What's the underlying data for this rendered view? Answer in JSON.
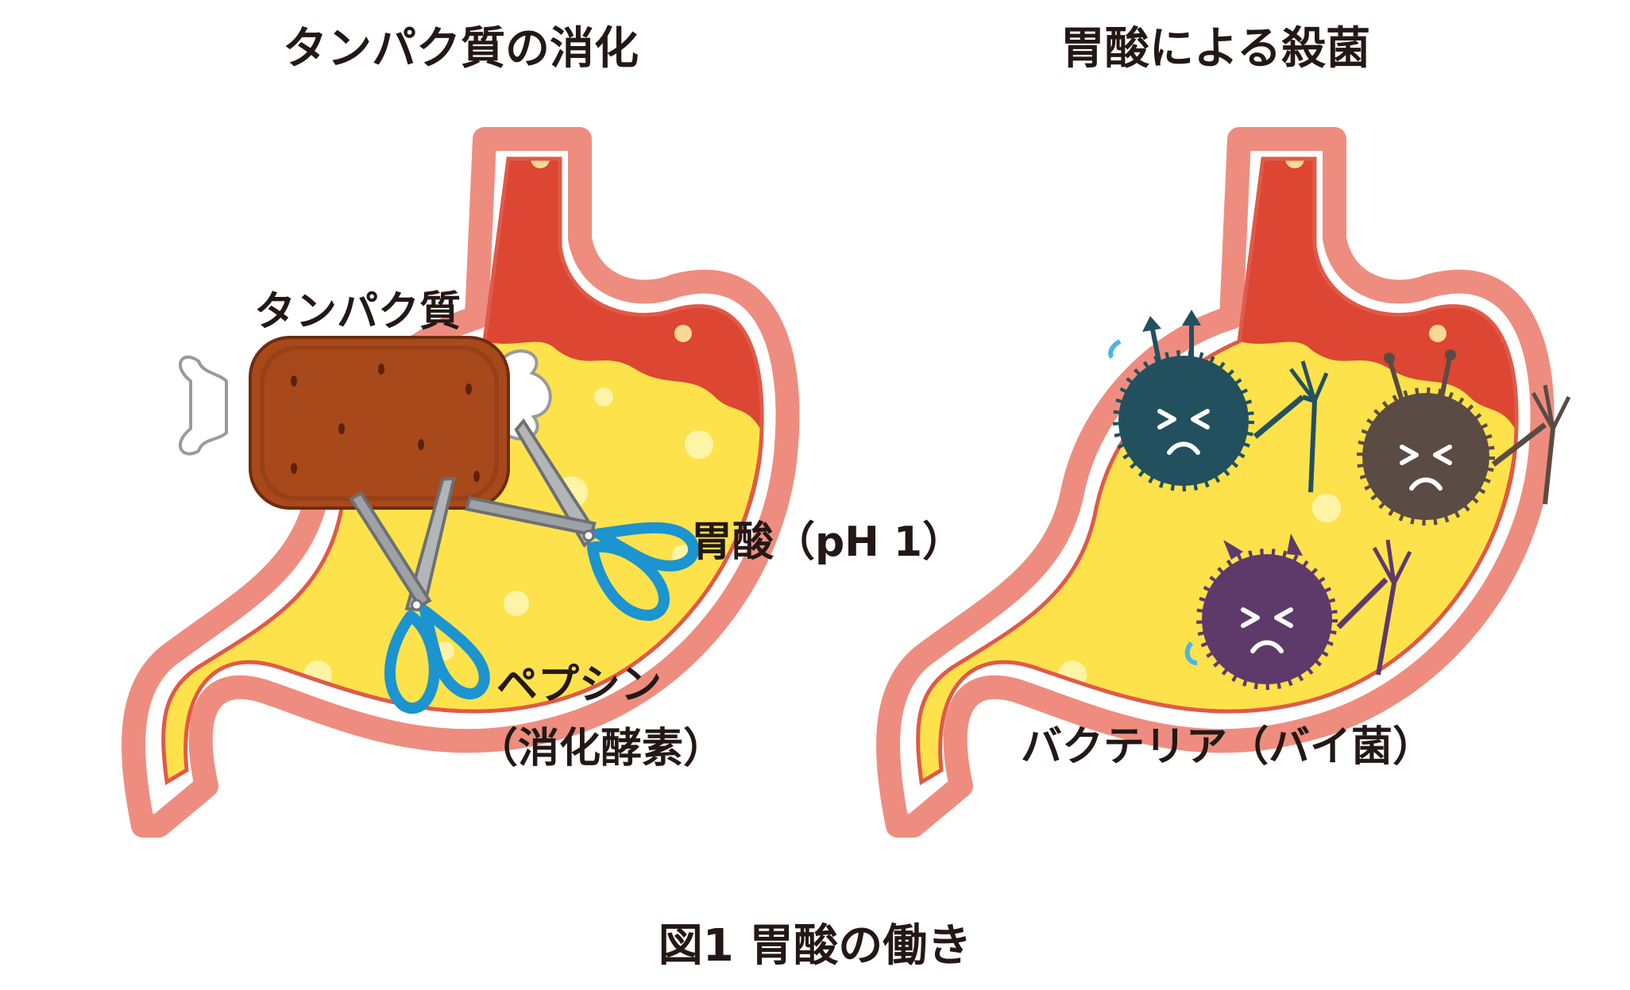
{
  "panels": [
    {
      "title": "タンパク質の消化",
      "labels": {
        "protein": "タンパク質",
        "acid": "胃酸（pH 1）",
        "enzyme_line1": "ペプシン",
        "enzyme_line2": "（消化酵素）"
      }
    },
    {
      "title": "胃酸による殺菌",
      "labels": {
        "bacteria": "バクテリア（バイ菌）"
      }
    }
  ],
  "caption": "図1 胃酸の働き",
  "colors": {
    "stomach_outline": "#ee8d7f",
    "stomach_inner_line": "#d8473a",
    "gastric_juice": "#fde24c",
    "upper_wall": "#dc4632",
    "meat": "#a7491b",
    "scissor_handle": "#1b94cf",
    "bacteria_teal": "#23505e",
    "bacteria_brown": "#5a4b44",
    "bacteria_purple": "#5e3a6b"
  }
}
